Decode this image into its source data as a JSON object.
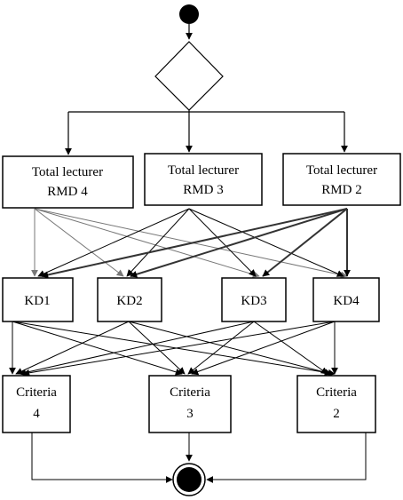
{
  "rmd_nodes": [
    {
      "line1": "Total lecturer",
      "line2": "RMD 4"
    },
    {
      "line1": "Total lecturer",
      "line2": "RMD 3"
    },
    {
      "line1": "Total lecturer",
      "line2": "RMD 2"
    }
  ],
  "kd_nodes": [
    {
      "label": "KD1"
    },
    {
      "label": "KD2"
    },
    {
      "label": "KD3"
    },
    {
      "label": "KD4"
    }
  ],
  "criteria_nodes": [
    {
      "line1": "Criteria",
      "line2": "4"
    },
    {
      "line1": "Criteria",
      "line2": "3"
    },
    {
      "line1": "Criteria",
      "line2": "2"
    }
  ]
}
